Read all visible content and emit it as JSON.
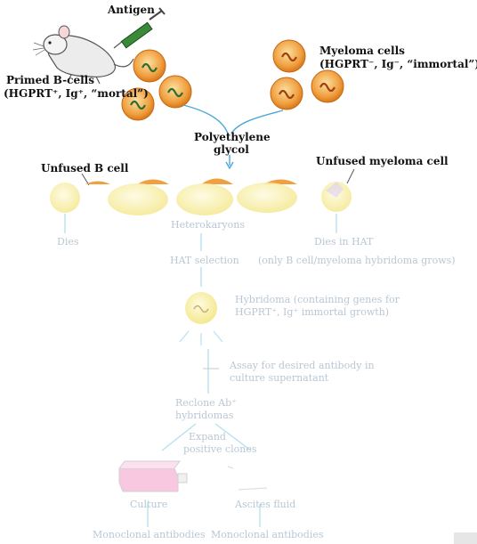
{
  "labels": {
    "antigen": "Antigen",
    "primed_b_cells": "Primed B-cells",
    "primed_b_cells_markers": "(HGPRT⁺, Ig⁺, “mortal”)",
    "myeloma_cells": "Myeloma cells",
    "myeloma_cells_markers": "(HGPRT⁻, Ig⁻, “immortal”)",
    "polyethylene": "Polyethylene",
    "glycol": "glycol",
    "unfused_b_cell": "Unfused B cell",
    "unfused_myeloma_cell": "Unfused myeloma cell",
    "dies": "Dies",
    "heterokaryons": "Heterokaryons",
    "dies_in_hat": "Dies in HAT",
    "hat_selection": "HAT selection",
    "only_hybridoma_grows": "(only B cell/myeloma hybridoma grows)",
    "hybridoma_line1": "Hybridoma (containing genes for",
    "hybridoma_line2": "HGPRT⁺, Ig⁺ immortal growth)",
    "assay_line1": "Assay for desired antibody in",
    "assay_line2": "culture supernatant",
    "reclone_line1": "Reclone Ab⁺",
    "reclone_line2": "hybridomas",
    "expand_line1": "Expand",
    "expand_line2": "positive clones",
    "culture": "Culture",
    "ascites_fluid": "Ascites fluid",
    "mab_culture": "Monoclonal antibodies",
    "mab_ascites": "Monoclonal antibodies"
  },
  "colors": {
    "cell_fill": "#f0a040",
    "cell_edge": "#c86818",
    "nucleus": "#2e6e2e",
    "myeloma_nucleus": "#a04010",
    "arrow_blue": "#4aa8d8",
    "faint_cell": "#f6f0a0",
    "faint_arrow": "#b8e0f0",
    "flask_pink": "#f8c8e0"
  }
}
